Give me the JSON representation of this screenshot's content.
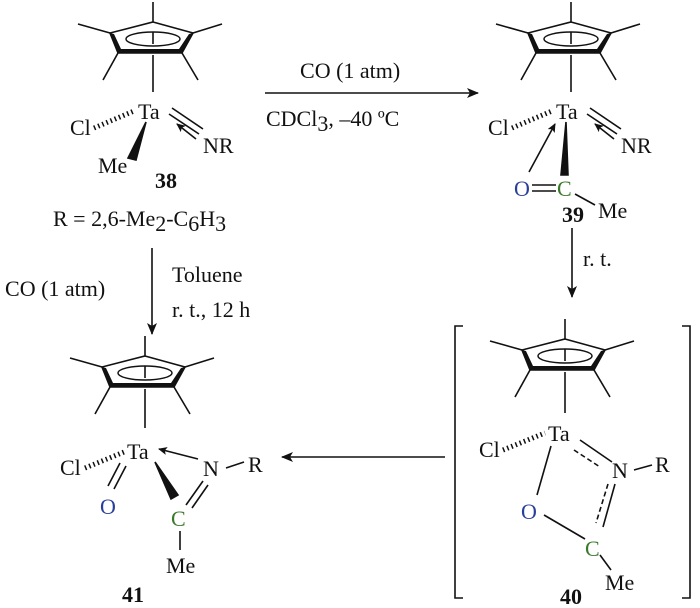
{
  "compounds": {
    "c38": {
      "label": "38",
      "Ta": "Ta",
      "Cl": "Cl",
      "Me": "Me",
      "NR": "NR"
    },
    "c39": {
      "label": "39",
      "Ta": "Ta",
      "Cl": "Cl",
      "O": "O",
      "C": "C",
      "Me": "Me",
      "NR": "NR"
    },
    "c40": {
      "label": "40",
      "Ta": "Ta",
      "Cl": "Cl",
      "O": "O",
      "C": "C",
      "Me": "Me",
      "N": "N",
      "R": "R"
    },
    "c41": {
      "label": "41",
      "Ta": "Ta",
      "Cl": "Cl",
      "O": "O",
      "C": "C",
      "Me": "Me",
      "N": "N",
      "R": "R"
    }
  },
  "r_definition": {
    "main": "R = 2,6-Me",
    "s1": "2",
    "mid": "-C",
    "s2": "6",
    "h": "H",
    "s3": "3"
  },
  "arrows": {
    "a38_39": {
      "co_c": "C",
      "co_o": "O",
      "above": " (1 atm)",
      "below_main": "CDCl",
      "below_sub": "3",
      "below_rest": ", –40 ºC"
    },
    "a39_40": {
      "label": "r. t."
    },
    "a38_41": {
      "co_c": "C",
      "co_o": "O",
      "left": " (1 atm)",
      "right1": "Toluene",
      "right2": "r. t., 12 h"
    },
    "a40_41": {}
  },
  "colors": {
    "carbon": "#3a7a2a",
    "oxygen": "#2a3f9a"
  }
}
